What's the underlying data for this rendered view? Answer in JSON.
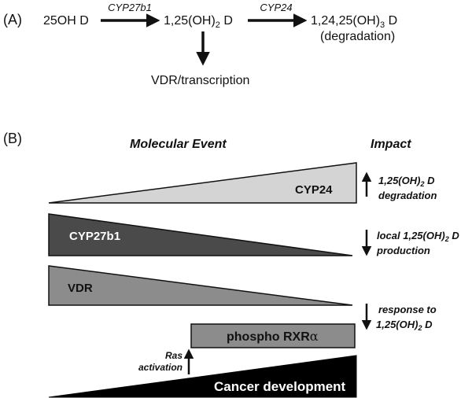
{
  "colors": {
    "cyp24_fill": "#d4d4d4",
    "cyp27b1_fill": "#4a4a4a",
    "vdr_fill": "#8c8c8c",
    "rxr_fill": "#8c8c8c",
    "cancer_fill": "#000000",
    "arrow": "#111111"
  },
  "panel_a": {
    "label": "(A)",
    "substrate": "25OH D",
    "enzyme1": "CYP27b1",
    "active": "1,25(OH)",
    "active_sub": "2",
    "active_suffix": " D",
    "enzyme2": "CYP24",
    "product": "1,24,25(OH)",
    "product_sub": "3",
    "product_suffix": " D",
    "product_note": "(degradation)",
    "downstream": "VDR/transcription"
  },
  "panel_b": {
    "label": "(B)",
    "col_molecular": "Molecular Event",
    "col_impact": "Impact",
    "bars": {
      "cyp24": "CYP24",
      "cyp27b1": "CYP27b1",
      "vdr": "VDR",
      "rxr_main": "phospho RXR",
      "rxr_alpha": "α",
      "cancer": "Cancer development"
    },
    "ras_line1": "Ras",
    "ras_line2": "activation",
    "impacts": {
      "i1_line1": "1,25(OH)",
      "i1_sub": "2",
      "i1_suffix": " D",
      "i1_line2": "degradation",
      "i1_direction": "up-arrow",
      "i2_line1": "local 1,25(OH)",
      "i2_sub": "2",
      "i2_suffix": " D",
      "i2_line2": "production",
      "i2_direction": "down-arrow",
      "i3_line1": "response to",
      "i3_line2": "1,25(OH)",
      "i3_sub": "2",
      "i3_suffix": " D",
      "i3_direction": "down-arrow"
    }
  }
}
